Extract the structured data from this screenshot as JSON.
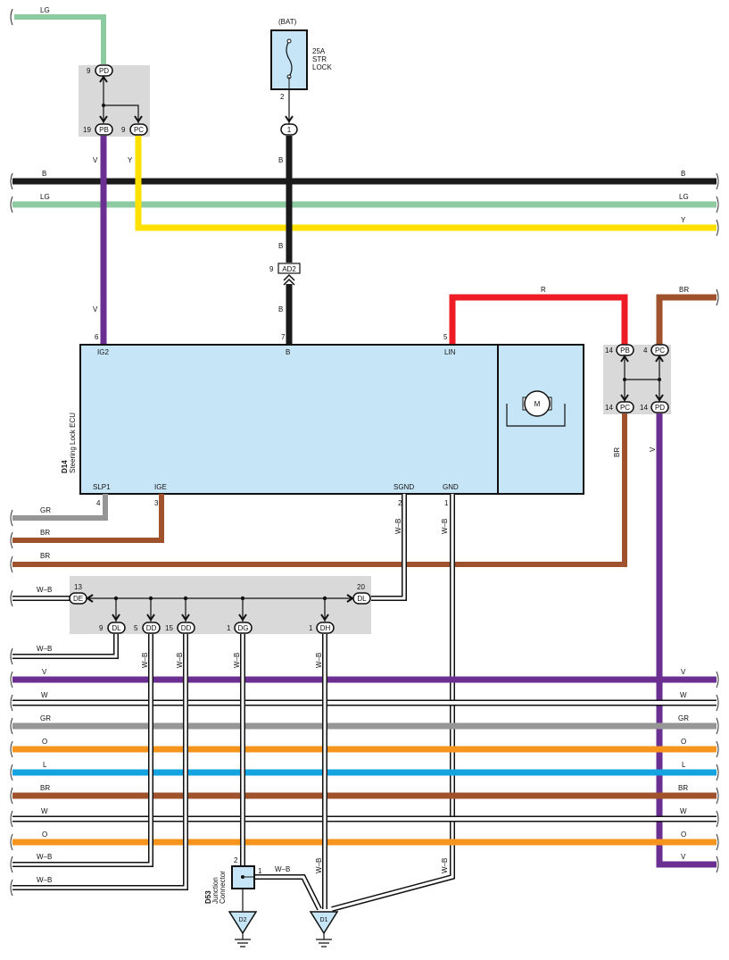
{
  "colors": {
    "LG": "#8ccba0",
    "B": "#1a1a1a",
    "Y": "#ffe000",
    "V": "#6a2f91",
    "R": "#ee1c24",
    "BR": "#a0522d",
    "GR": "#969696",
    "W": "#ffffff",
    "O": "#f7941d",
    "L": "#12a3e0",
    "panel": "#c6e6f7",
    "junction": "#d9d9d9"
  },
  "fuse": {
    "source": "(BAT)",
    "rating": "25A",
    "name_line1": "STR",
    "name_line2": "LOCK",
    "pin": "2"
  },
  "ecu": {
    "code": "D14",
    "name": "Steering Lock ECU",
    "terminals": {
      "ig2": {
        "label": "IG2",
        "pin": "6"
      },
      "b": {
        "label": "B",
        "pin": "7"
      },
      "lin": {
        "label": "LIN",
        "pin": "5"
      },
      "slp1": {
        "label": "SLP1",
        "pin": "4"
      },
      "ige": {
        "label": "IGE",
        "pin": "3"
      },
      "sgnd": {
        "label": "SGND",
        "pin": "2"
      },
      "gnd": {
        "label": "GND",
        "pin": "1"
      }
    },
    "motor": "M"
  },
  "connectors": {
    "c1": "1",
    "ad2": {
      "name": "AD2",
      "pin": "9"
    },
    "top_pd": {
      "name": "PD",
      "pin": "9"
    },
    "top_pb": {
      "name": "PB",
      "pin": "19"
    },
    "top_pc": {
      "name": "PC",
      "pin": "9"
    },
    "right_pb": {
      "name": "PB",
      "pin": "14"
    },
    "right_pc_top": {
      "name": "PC",
      "pin": "4"
    },
    "right_pc_bot": {
      "name": "PC",
      "pin": "14"
    },
    "right_pd": {
      "name": "PD",
      "pin": "14"
    },
    "de": {
      "name": "DE",
      "pin": "13"
    },
    "dl_right": {
      "name": "DL",
      "pin": "20"
    },
    "dl_bot": {
      "name": "DL",
      "pin": "9"
    },
    "dd1": {
      "name": "DD",
      "pin": "5"
    },
    "dd2": {
      "name": "DD",
      "pin": "15"
    },
    "dg": {
      "name": "DG",
      "pin": "1"
    },
    "dh": {
      "name": "DH",
      "pin": "1"
    }
  },
  "junction_connector": {
    "code": "D53",
    "name_line1": "Junction",
    "name_line2": "Connector",
    "pin_left": "2",
    "pin_right": "1"
  },
  "grounds": {
    "d2": "D2",
    "d1": "D1"
  },
  "wire_labels": {
    "lg": "LG",
    "b": "B",
    "y": "Y",
    "v": "V",
    "r": "R",
    "br": "BR",
    "gr": "GR",
    "wb": "W–B",
    "w": "W",
    "o": "O",
    "l": "L"
  }
}
